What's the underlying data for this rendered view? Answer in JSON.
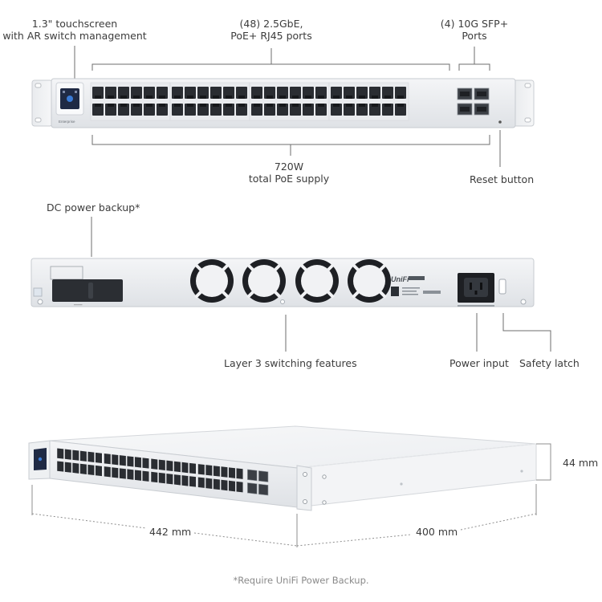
{
  "front": {
    "touchscreen": "1.3\" touchscreen\nwith AR switch management",
    "ports_rj45": "(48) 2.5GbE,\nPoE+ RJ45 ports",
    "ports_sfp": "(4) 10G SFP+\nPorts",
    "poe_supply": "720W\ntotal PoE supply",
    "reset": "Reset button",
    "brand_mark": "Enterprise"
  },
  "back": {
    "dc_backup": "DC power backup*",
    "layer3": "Layer 3 switching features",
    "power_input": "Power input",
    "safety_latch": "Safety latch",
    "logo": "UniFi"
  },
  "dimensions": {
    "height": "44 mm",
    "width": "442 mm",
    "depth": "400 mm"
  },
  "footnote": "*Require UniFi Power Backup."
}
